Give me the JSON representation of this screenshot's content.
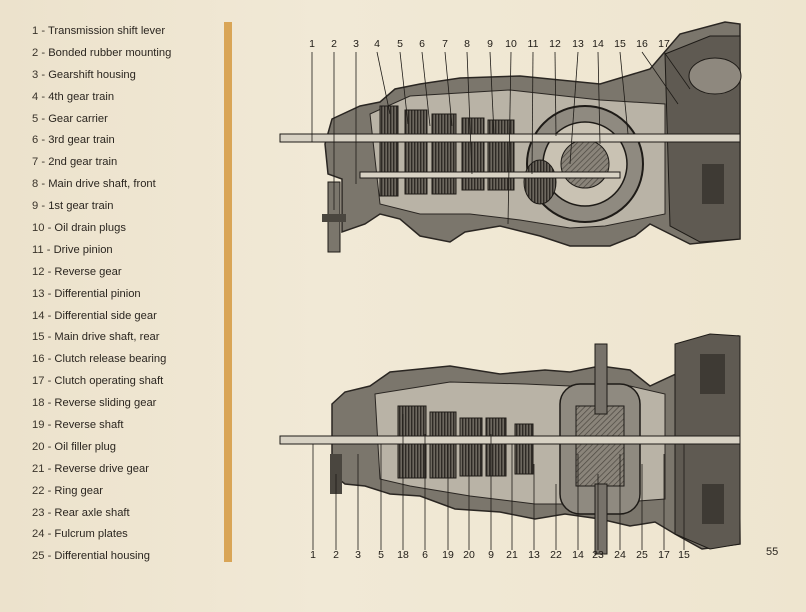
{
  "legend": [
    {
      "num": "1",
      "label": "Transmission shift lever"
    },
    {
      "num": "2",
      "label": "Bonded rubber mounting"
    },
    {
      "num": "3",
      "label": "Gearshift housing"
    },
    {
      "num": "4",
      "label": "4th gear train"
    },
    {
      "num": "5",
      "label": "Gear carrier"
    },
    {
      "num": "6",
      "label": "3rd gear train"
    },
    {
      "num": "7",
      "label": "2nd gear train"
    },
    {
      "num": "8",
      "label": "Main drive shaft, front"
    },
    {
      "num": "9",
      "label": "1st gear train"
    },
    {
      "num": "10",
      "label": "Oil drain plugs"
    },
    {
      "num": "11",
      "label": "Drive pinion"
    },
    {
      "num": "12",
      "label": "Reverse gear"
    },
    {
      "num": "13",
      "label": "Differential pinion"
    },
    {
      "num": "14",
      "label": "Differential side gear"
    },
    {
      "num": "15",
      "label": "Main drive shaft, rear"
    },
    {
      "num": "16",
      "label": "Clutch release bearing"
    },
    {
      "num": "17",
      "label": "Clutch operating shaft"
    },
    {
      "num": "18",
      "label": "Reverse sliding gear"
    },
    {
      "num": "19",
      "label": "Reverse shaft"
    },
    {
      "num": "20",
      "label": "Oil filler plug"
    },
    {
      "num": "21",
      "label": "Reverse drive gear"
    },
    {
      "num": "22",
      "label": "Ring gear"
    },
    {
      "num": "23",
      "label": "Rear axle shaft"
    },
    {
      "num": "24",
      "label": "Fulcrum plates"
    },
    {
      "num": "25",
      "label": "Differential housing"
    }
  ],
  "separator": "-",
  "top_callouts": [
    "1",
    "2",
    "3",
    "4",
    "5",
    "6",
    "7",
    "8",
    "9",
    "10",
    "11",
    "12",
    "13",
    "14",
    "15",
    "16",
    "17"
  ],
  "bottom_callouts": [
    "1",
    "2",
    "3",
    "5",
    "18",
    "6",
    "19",
    "20",
    "9",
    "21",
    "13",
    "22",
    "14",
    "23",
    "24",
    "25",
    "17",
    "15"
  ],
  "page_number": "55",
  "colors": {
    "accent_bar": "#d9a556",
    "paper": "#efe6d2",
    "ink": "#2b2620"
  }
}
